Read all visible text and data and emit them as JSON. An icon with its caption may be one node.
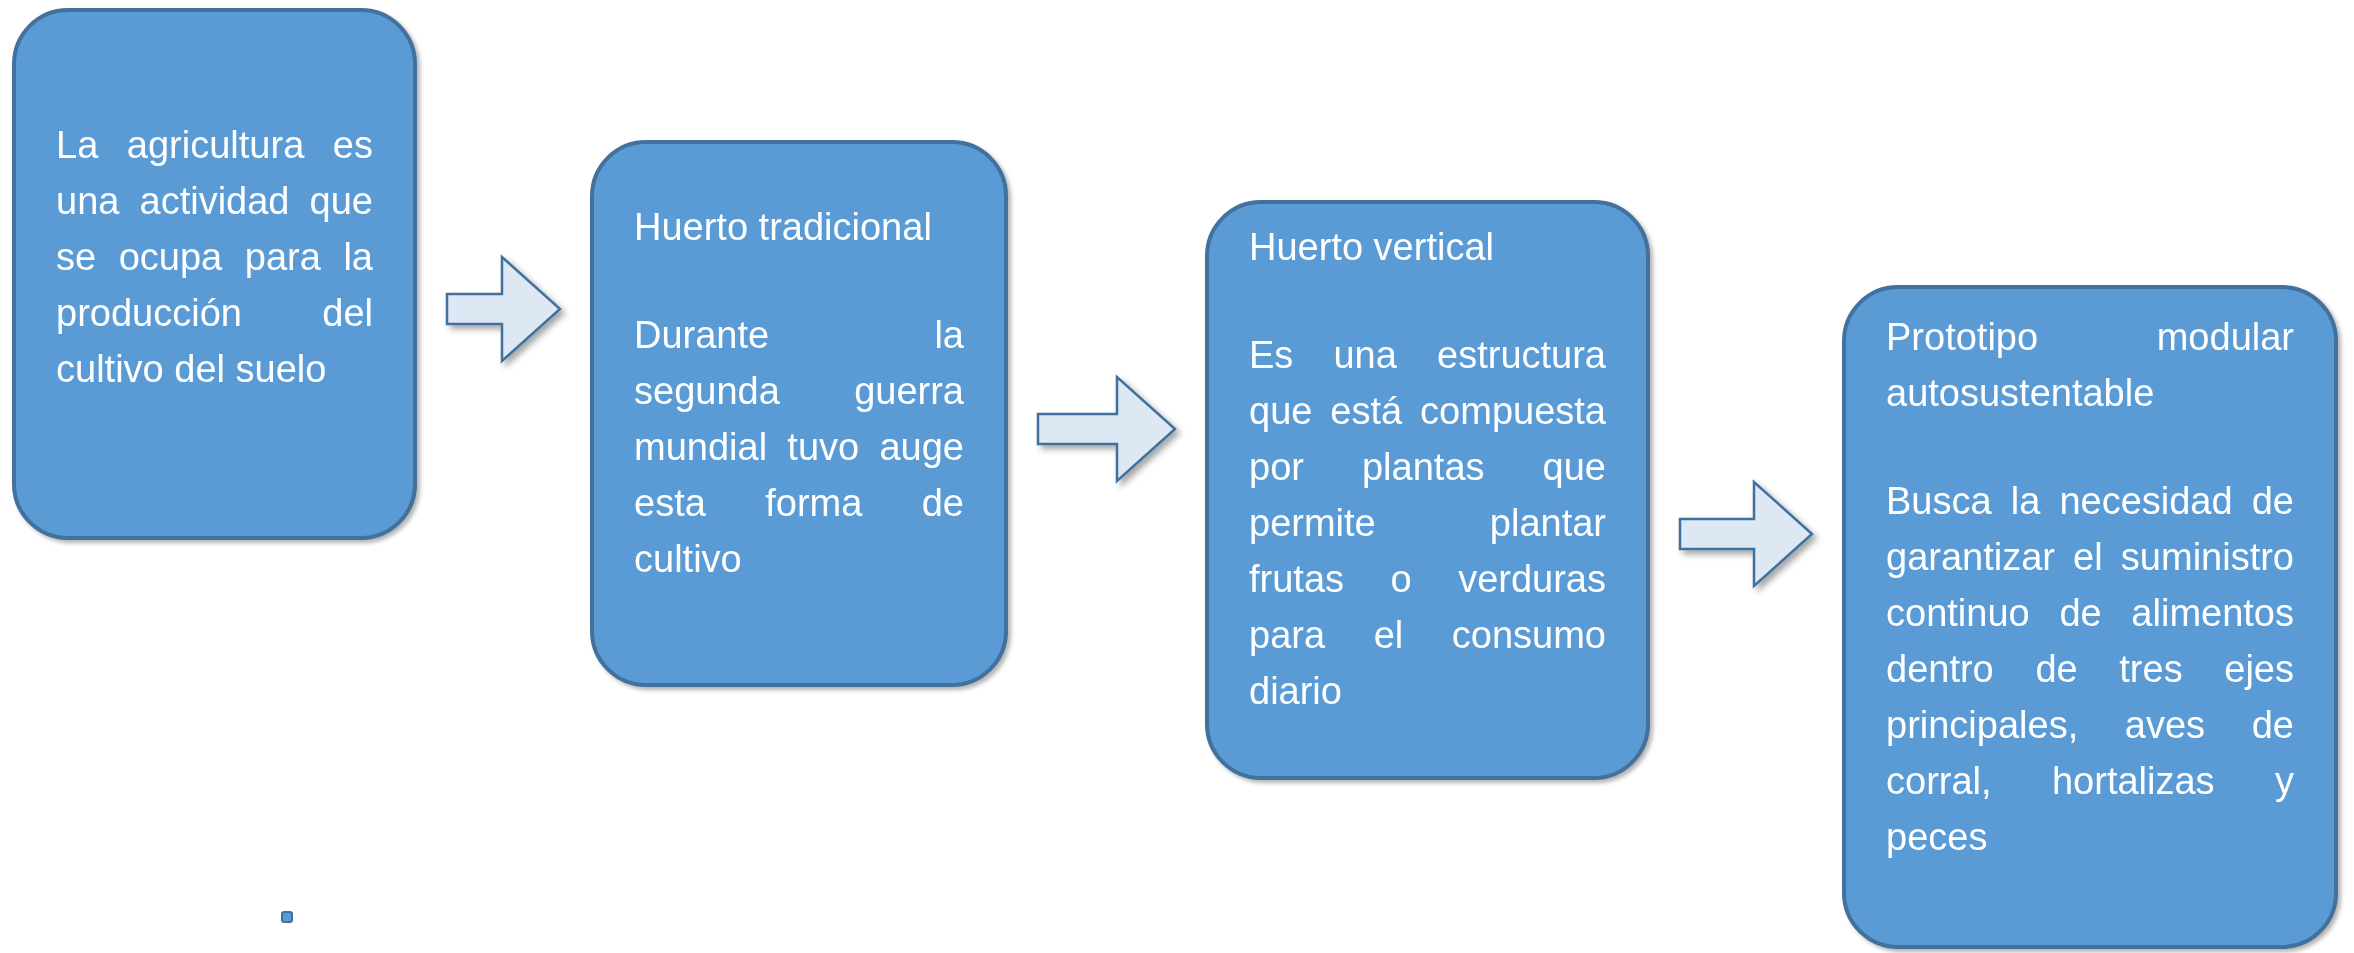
{
  "diagram": {
    "nodes": [
      {
        "text": [
          "La agricultura es una actividad que se ocupa para la producción del cultivo del suelo"
        ]
      },
      {
        "text": [
          "Huerto tradicional",
          "Durante la segunda guerra mundial tuvo auge esta forma de cultivo"
        ]
      },
      {
        "text": [
          "Huerto vertical",
          "Es una estructura que está compuesta por plantas que permite plantar frutas o verduras para el consumo diario"
        ]
      },
      {
        "text": [
          "Prototipo modular autosustentable",
          "Busca la necesidad de garantizar el suministro continuo de alimentos dentro de tres ejes principales, aves de corral, hortalizas y peces"
        ]
      },
      {
        "text": [],
        "shape": "box"
      }
    ],
    "edges": [
      {
        "from": 0,
        "to": 1,
        "arrow": "to"
      },
      {
        "from": 1,
        "to": 2,
        "arrow": "to"
      },
      {
        "from": 2,
        "to": 3,
        "arrow": "to"
      }
    ]
  }
}
